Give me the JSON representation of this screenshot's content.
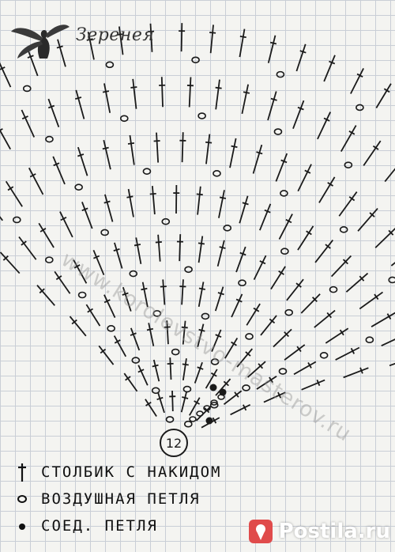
{
  "brand": {
    "name": "Зеренея",
    "logo_icon": "fairy-icon"
  },
  "watermark": "www.korolevstvo-masterov.ru",
  "diagram": {
    "center_label": "12",
    "ink_color": "#1a1a1a"
  },
  "legend": [
    {
      "symbol": "double-crochet-icon",
      "text": "СТОЛБИК С НАКИДОМ"
    },
    {
      "symbol": "chain-stitch-icon",
      "text": "ВОЗДУШНАЯ ПЕТЛЯ"
    },
    {
      "symbol": "slip-stitch-icon",
      "text": "СОЕД. ПЕТЛЯ"
    }
  ],
  "stamp": {
    "text": "Postila.ru",
    "icon": "pin-icon",
    "color": "#e04b4b"
  }
}
